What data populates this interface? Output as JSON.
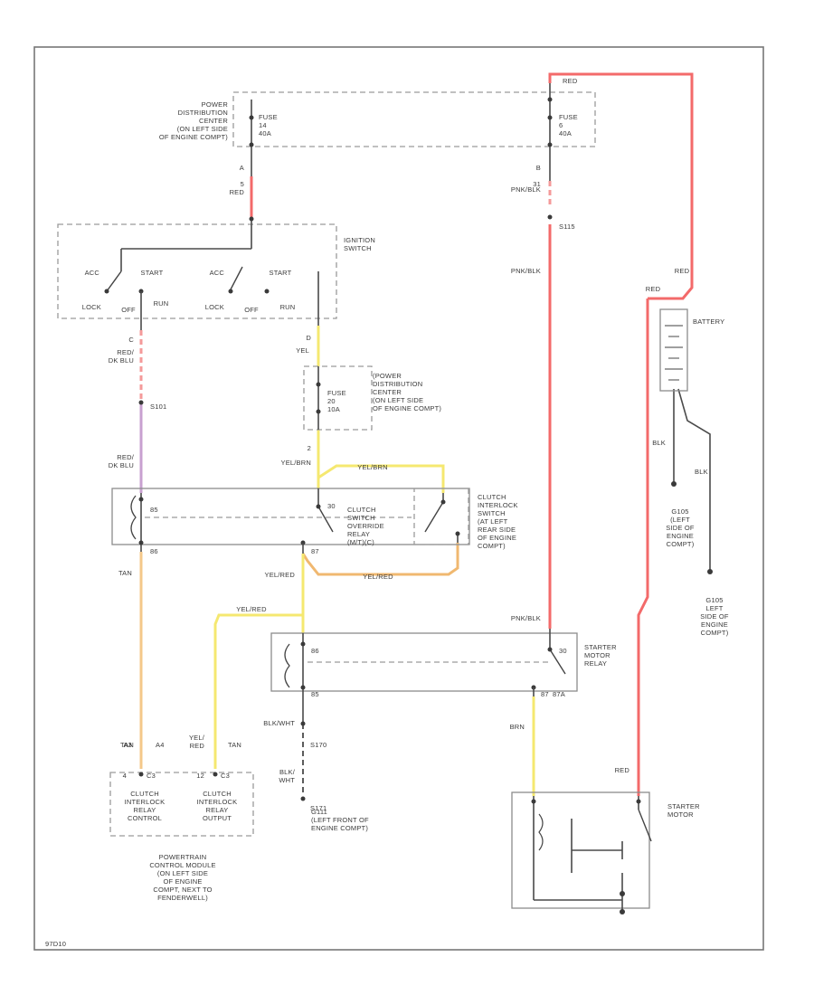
{
  "colors": {
    "red": "#f36a6a",
    "pink": "#f49a9a",
    "yellow": "#f5e870",
    "tan": "#f4c88a",
    "violet": "#c8a0d0",
    "tan_bright": "#f0b870",
    "black": "#4a4a4a",
    "frame": "#777777"
  },
  "components": {
    "pdc_top": "POWER\nDISTRIBUTION\nCENTER\n(ON LEFT SIDE\nOF ENGINE COMPT)",
    "fuse_14": "FUSE\n14\n40A",
    "fuse_6": "FUSE\n6\n40A",
    "ignition_switch": "IGNITION\nSWITCH",
    "pdc_mid": "(POWER\nDISTRIBUTION\nCENTER\n(ON LEFT SIDE\nOF ENGINE COMPT)",
    "fuse_20": "FUSE\n20\n10A",
    "clutch_override_relay": "CLUTCH\nSWITCH\nOVERRIDE\nRELAY\n(M/T)(C)",
    "clutch_interlock_switch": "CLUTCH\nINTERLOCK\nSWITCH\n(AT LEFT\nREAR SIDE\nOF ENGINE\nCOMPT)",
    "starter_motor_relay": "STARTER\nMOTOR\nRELAY",
    "battery": "BATTERY",
    "starter_motor": "STARTER\nMOTOR",
    "pcm": "POWERTRAIN\nCONTROL MODULE\n(ON LEFT SIDE\nOF ENGINE\nCOMPT, NEXT TO\nFENDERWELL)",
    "pcm_left": "CLUTCH\nINTERLOCK\nRELAY\nCONTROL",
    "pcm_right": "CLUTCH\nINTERLOCK\nRELAY\nOUTPUT",
    "g105": "G105\n(LEFT\nSIDE OF\nENGINE\nCOMPT)",
    "g105b": "G105\nLEFT\nSIDE OF\nENGINE\nCOMPT)",
    "g111": "G111\n(LEFT FRONT OF\nENGINE COMPT)"
  },
  "switch_labels": {
    "acc1": "ACC",
    "start1": "START",
    "acc2": "ACC",
    "start2": "START",
    "lock1": "LOCK",
    "off1": "OFF",
    "run1": "RUN",
    "lock2": "LOCK",
    "off2": "OFF",
    "run2": "RUN"
  },
  "wire_labels": {
    "red_top": "RED",
    "red_top_right": "RED",
    "pnk_blk_1": "PNK/BLK",
    "pnk_blk_2": "PNK/BLK",
    "pnk_blk_3": "PNK/BLK",
    "red_dk_blu_1": "RED/\nDK BLU",
    "red_dk_blu_2": "RED/\nDK BLU",
    "yel": "YEL",
    "yel_brn_1": "YEL/BRN",
    "yel_brn_2": "YEL/BRN",
    "yel_red_1": "YEL/RED",
    "yel_red_2": "YEL/RED",
    "yel_red_3": "YEL/RED",
    "tan_1": "TAN",
    "tan_2": "TAN",
    "yel_red_pcm": "YEL/\nRED",
    "tan_pcm": "TAN",
    "blk_wht_1": "BLK/WHT",
    "blk_wht_2": "BLK/\nWHT",
    "brn": "BRN",
    "red_batt": "RED",
    "red_batt2": "RED",
    "red_starter": "RED",
    "blk_1": "BLK",
    "blk_2": "BLK"
  },
  "splices": {
    "s101": "S101",
    "s115": "S115",
    "s170": "S170",
    "s171": "S171"
  },
  "pins": {
    "p_a": "A",
    "p_b": "B",
    "p_c": "C",
    "p_d": "D",
    "p_2": "2",
    "p_85": "85",
    "p_86": "86",
    "p_30": "30",
    "p_87": "87",
    "p_87a": "87A",
    "p_86b": "86",
    "p_85b": "85",
    "p_30b": "30",
    "p_87b": "87",
    "p_c3": "C3",
    "p_c3b": "C3",
    "p_a3": "A3",
    "p_a4": "A4",
    "p_4": "4",
    "p_12": "12",
    "p_5": "5",
    "p_31": "31"
  },
  "footer_code": "97D10"
}
